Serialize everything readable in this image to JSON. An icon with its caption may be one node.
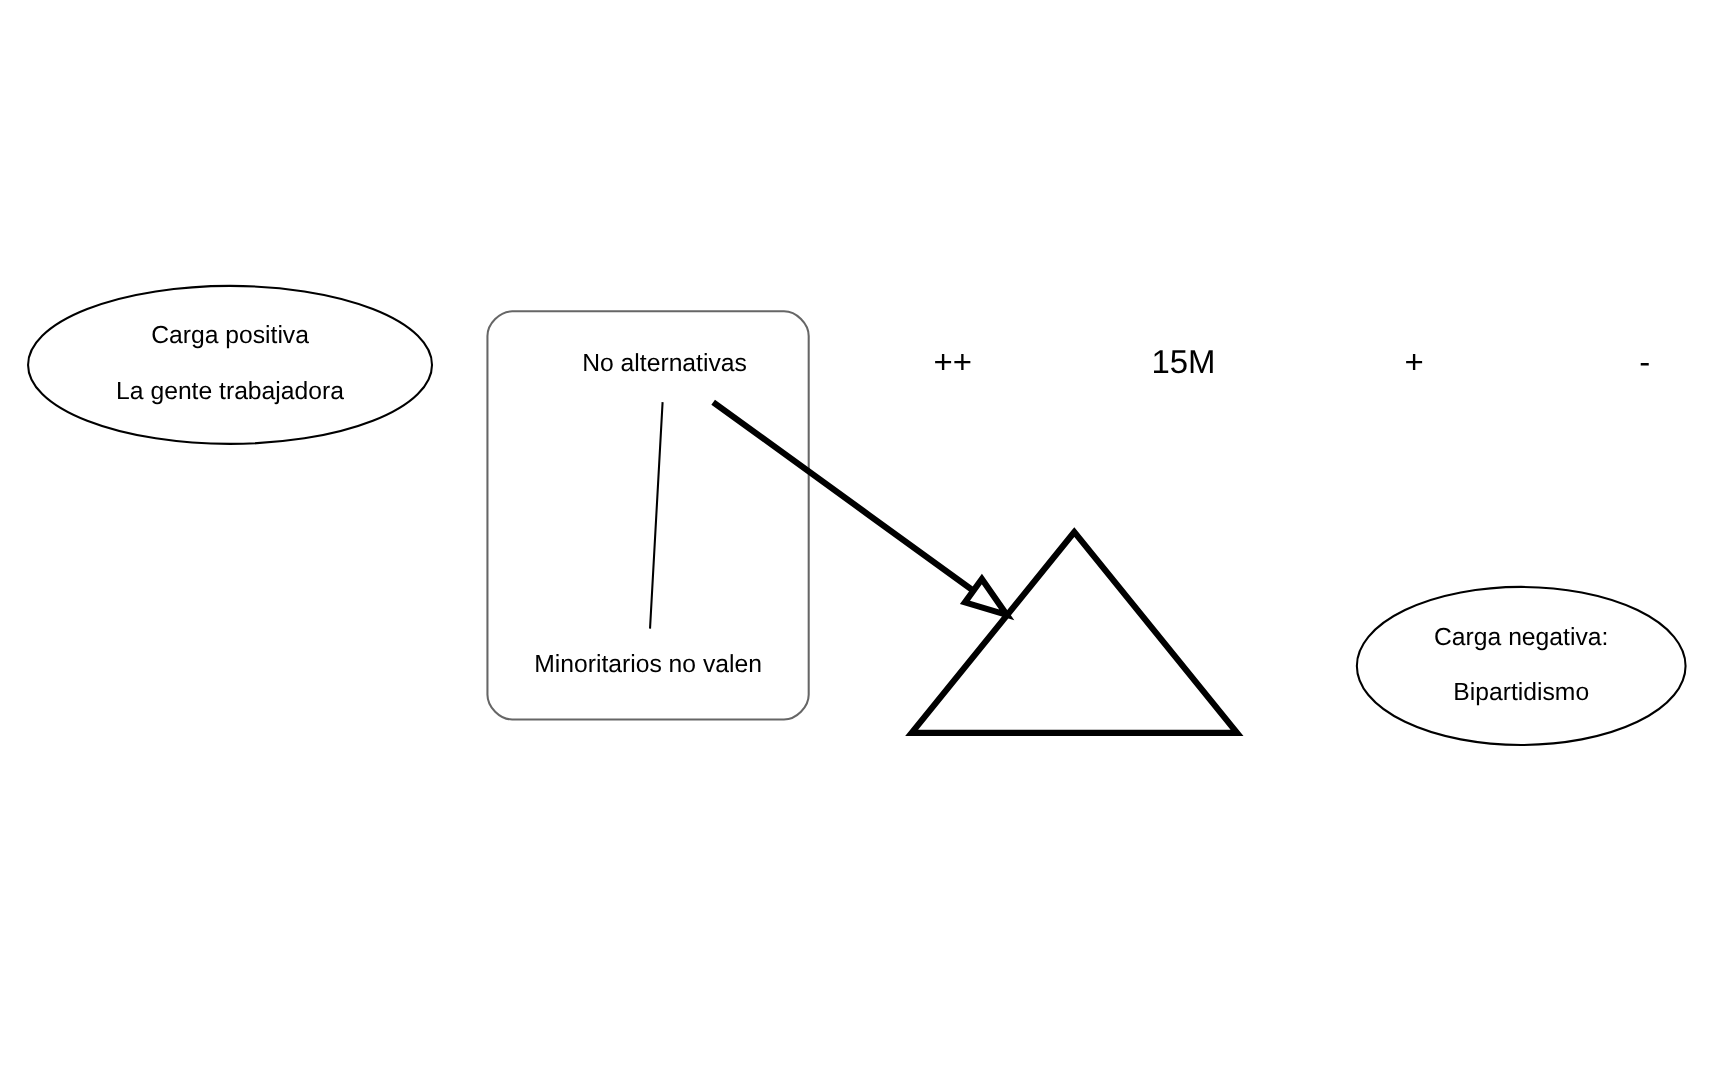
{
  "diagram": {
    "nodes": [
      {
        "text": [
          "Carga positiva",
          "La gente trabajadora"
        ]
      },
      {
        "text": [],
        "shape": "triangle"
      },
      {
        "text": [],
        "shape": "ellipse"
      },
      {
        "text": [
          "No alternativas"
        ],
        "in": 2
      },
      {
        "text": [
          "Minoritarios no valen"
        ],
        "in": 2
      },
      {
        "text": [
          "Carga negativa:",
          "Bipartidismo"
        ]
      }
    ],
    "edges": [
      {
        "from": 3,
        "to": 1,
        "arrow": "to",
        "style": "thick"
      },
      {
        "from": 3,
        "to": 4,
        "arrow": "none"
      }
    ],
    "labels": [
      "++",
      "15M",
      "+",
      "-"
    ]
  }
}
